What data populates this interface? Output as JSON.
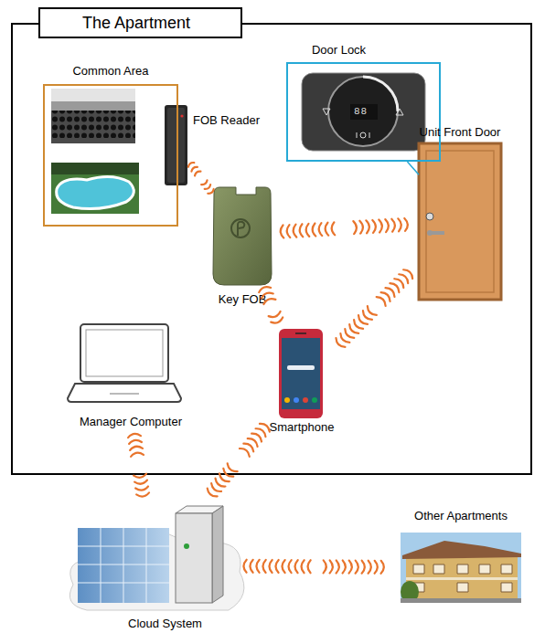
{
  "diagram": {
    "nodes": [
      {
        "text": [
          "The Apartment"
        ]
      },
      {
        "text": [
          "Common Area"
        ],
        "in": 0
      },
      {
        "text": [
          "FOB Reader"
        ],
        "in": 0
      },
      {
        "text": [
          "Door Lock"
        ],
        "in": 0
      },
      {
        "text": [
          "Unit Front Door"
        ],
        "in": 0
      },
      {
        "text": [
          "Key FOB"
        ],
        "in": 0
      },
      {
        "text": [
          "Manager Computer"
        ],
        "in": 0
      },
      {
        "text": [
          "Smartphone"
        ],
        "in": 0
      },
      {
        "text": [
          "Cloud System"
        ]
      },
      {
        "text": [
          "Other Apartments"
        ]
      }
    ],
    "edges": [
      {
        "from": 2,
        "to": 5,
        "arrow": "none"
      },
      {
        "from": 5,
        "to": 4,
        "arrow": "none"
      },
      {
        "from": 5,
        "to": 7,
        "arrow": "none"
      },
      {
        "from": 7,
        "to": 4,
        "arrow": "none"
      },
      {
        "from": 3,
        "to": 4,
        "arrow": "none"
      },
      {
        "from": 6,
        "to": 8,
        "arrow": "none"
      },
      {
        "from": 7,
        "to": 8,
        "arrow": "none"
      },
      {
        "from": 8,
        "to": 9,
        "arrow": "none"
      }
    ],
    "labels": [
      "88"
    ]
  }
}
